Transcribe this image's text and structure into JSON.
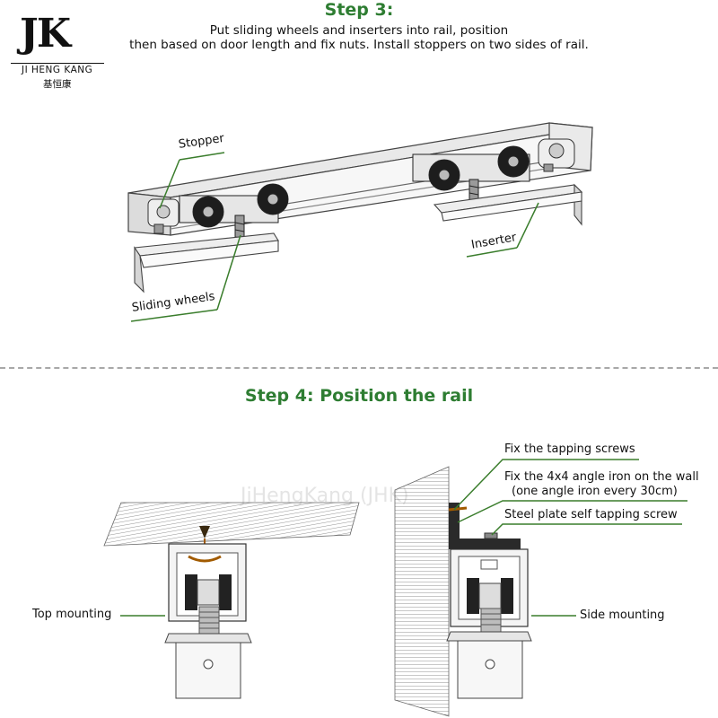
{
  "logo": {
    "mark": "JK",
    "brand": "JI HENG KANG",
    "chinese": "基恒康"
  },
  "step3": {
    "title": "Step 3:",
    "line1": "Put sliding wheels and inserters into rail, position",
    "line2": "then based on door length and fix nuts. Install stoppers on two sides of rail.",
    "labels": {
      "stopper": "Stopper",
      "inserter": "Inserter",
      "sliding_wheels": "Sliding wheels"
    }
  },
  "step4": {
    "title": "Step 4: Position the rail",
    "watermark": "JiHengKang (JHK)",
    "labels": {
      "top_mounting": "Top mounting",
      "side_mounting": "Side mounting",
      "fix_tapping_screws": "Fix the tapping screws",
      "fix_angle_iron_1": "Fix the 4x4 angle iron on the wall",
      "fix_angle_iron_2": "(one angle iron every 30cm)",
      "steel_plate_screw": "Steel plate self tapping screw"
    }
  },
  "colors": {
    "accent_green": "#2e7d32",
    "leader_green": "#3a7d2c",
    "divider_gray": "#a8a8a8"
  }
}
